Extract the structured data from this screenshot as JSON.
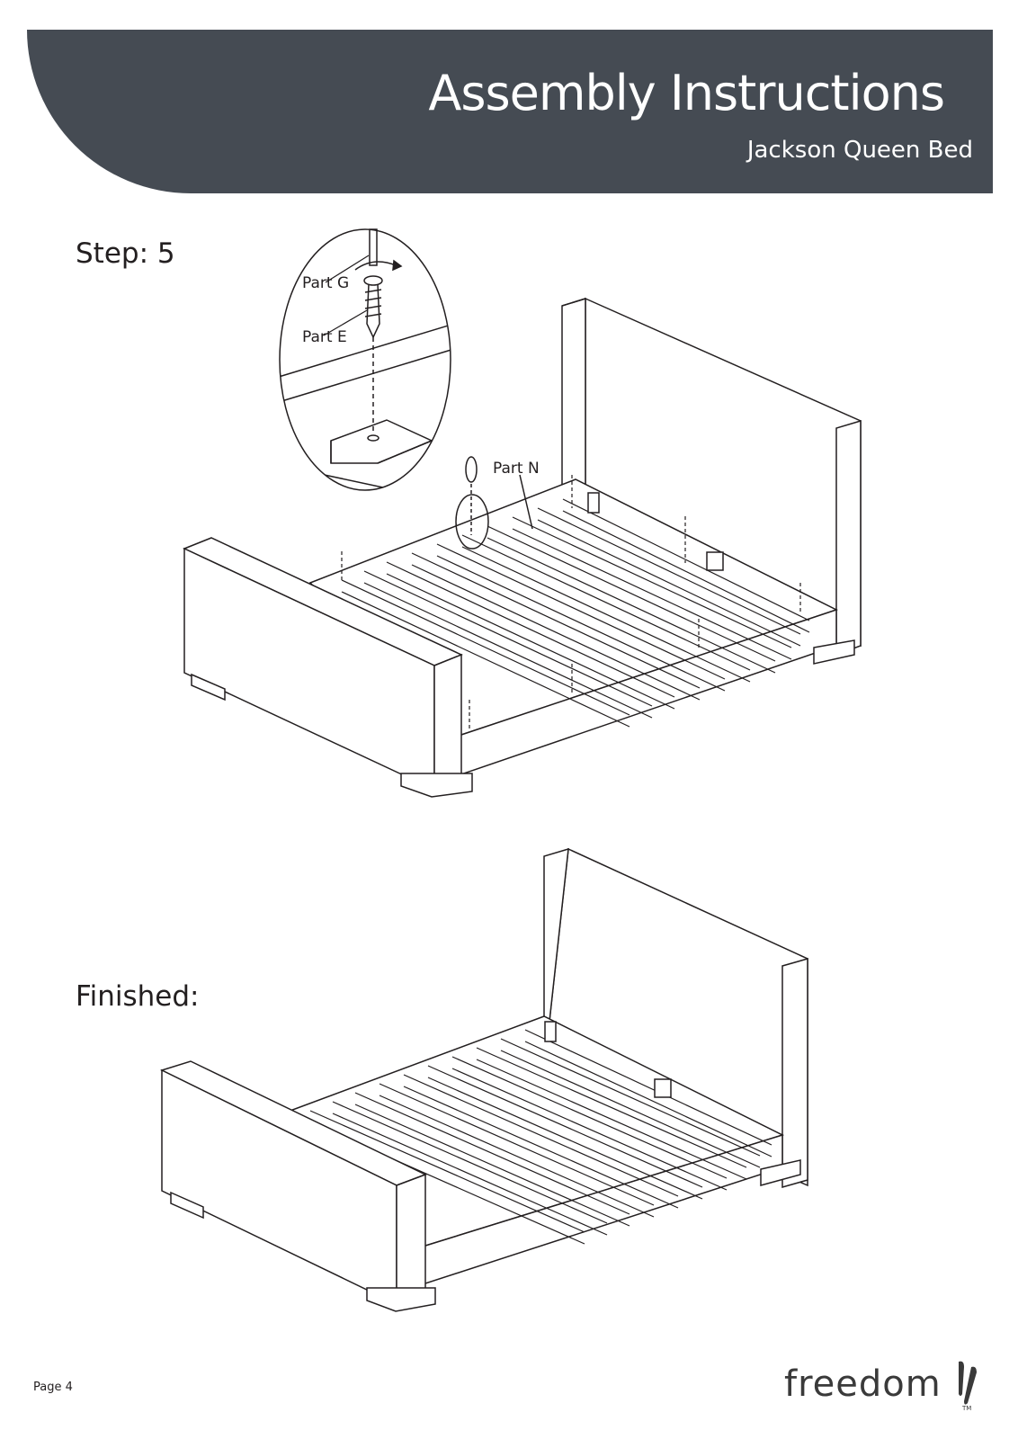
{
  "header": {
    "title": "Assembly Instructions",
    "subtitle": "Jackson Queen Bed",
    "background_color": "#454b53"
  },
  "step": {
    "heading": "Step: 5",
    "labels": {
      "part_g": "Part G",
      "part_e": "Part E",
      "part_n": "Part N"
    }
  },
  "finished": {
    "heading": "Finished:"
  },
  "footer": {
    "page": "Page 4",
    "brand": "freedom",
    "trademark": "TM"
  }
}
